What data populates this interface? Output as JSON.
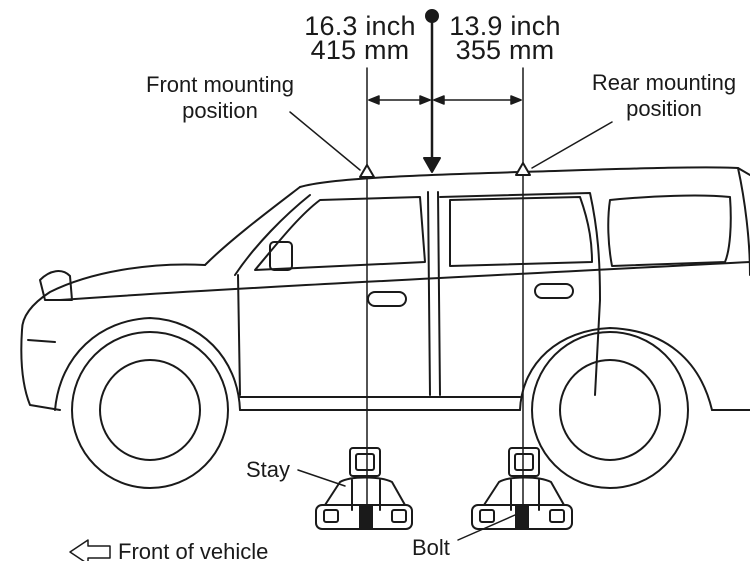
{
  "diagram": {
    "front_dimension": {
      "inch": "16.3 inch",
      "mm": "415 mm"
    },
    "rear_dimension": {
      "inch": "13.9 inch",
      "mm": "355 mm"
    },
    "front_mounting_label": [
      "Front mounting",
      "position"
    ],
    "rear_mounting_label": [
      "Rear mounting",
      "position"
    ],
    "stay_label": "Stay",
    "bolt_label": "Bolt",
    "front_of_vehicle_label": "Front of vehicle",
    "colors": {
      "line": "#1a1a1a",
      "background": "#ffffff"
    },
    "icons": [
      "arrow-left-outline-icon",
      "center-dot-icon",
      "mounting-triangle-icon"
    ]
  }
}
